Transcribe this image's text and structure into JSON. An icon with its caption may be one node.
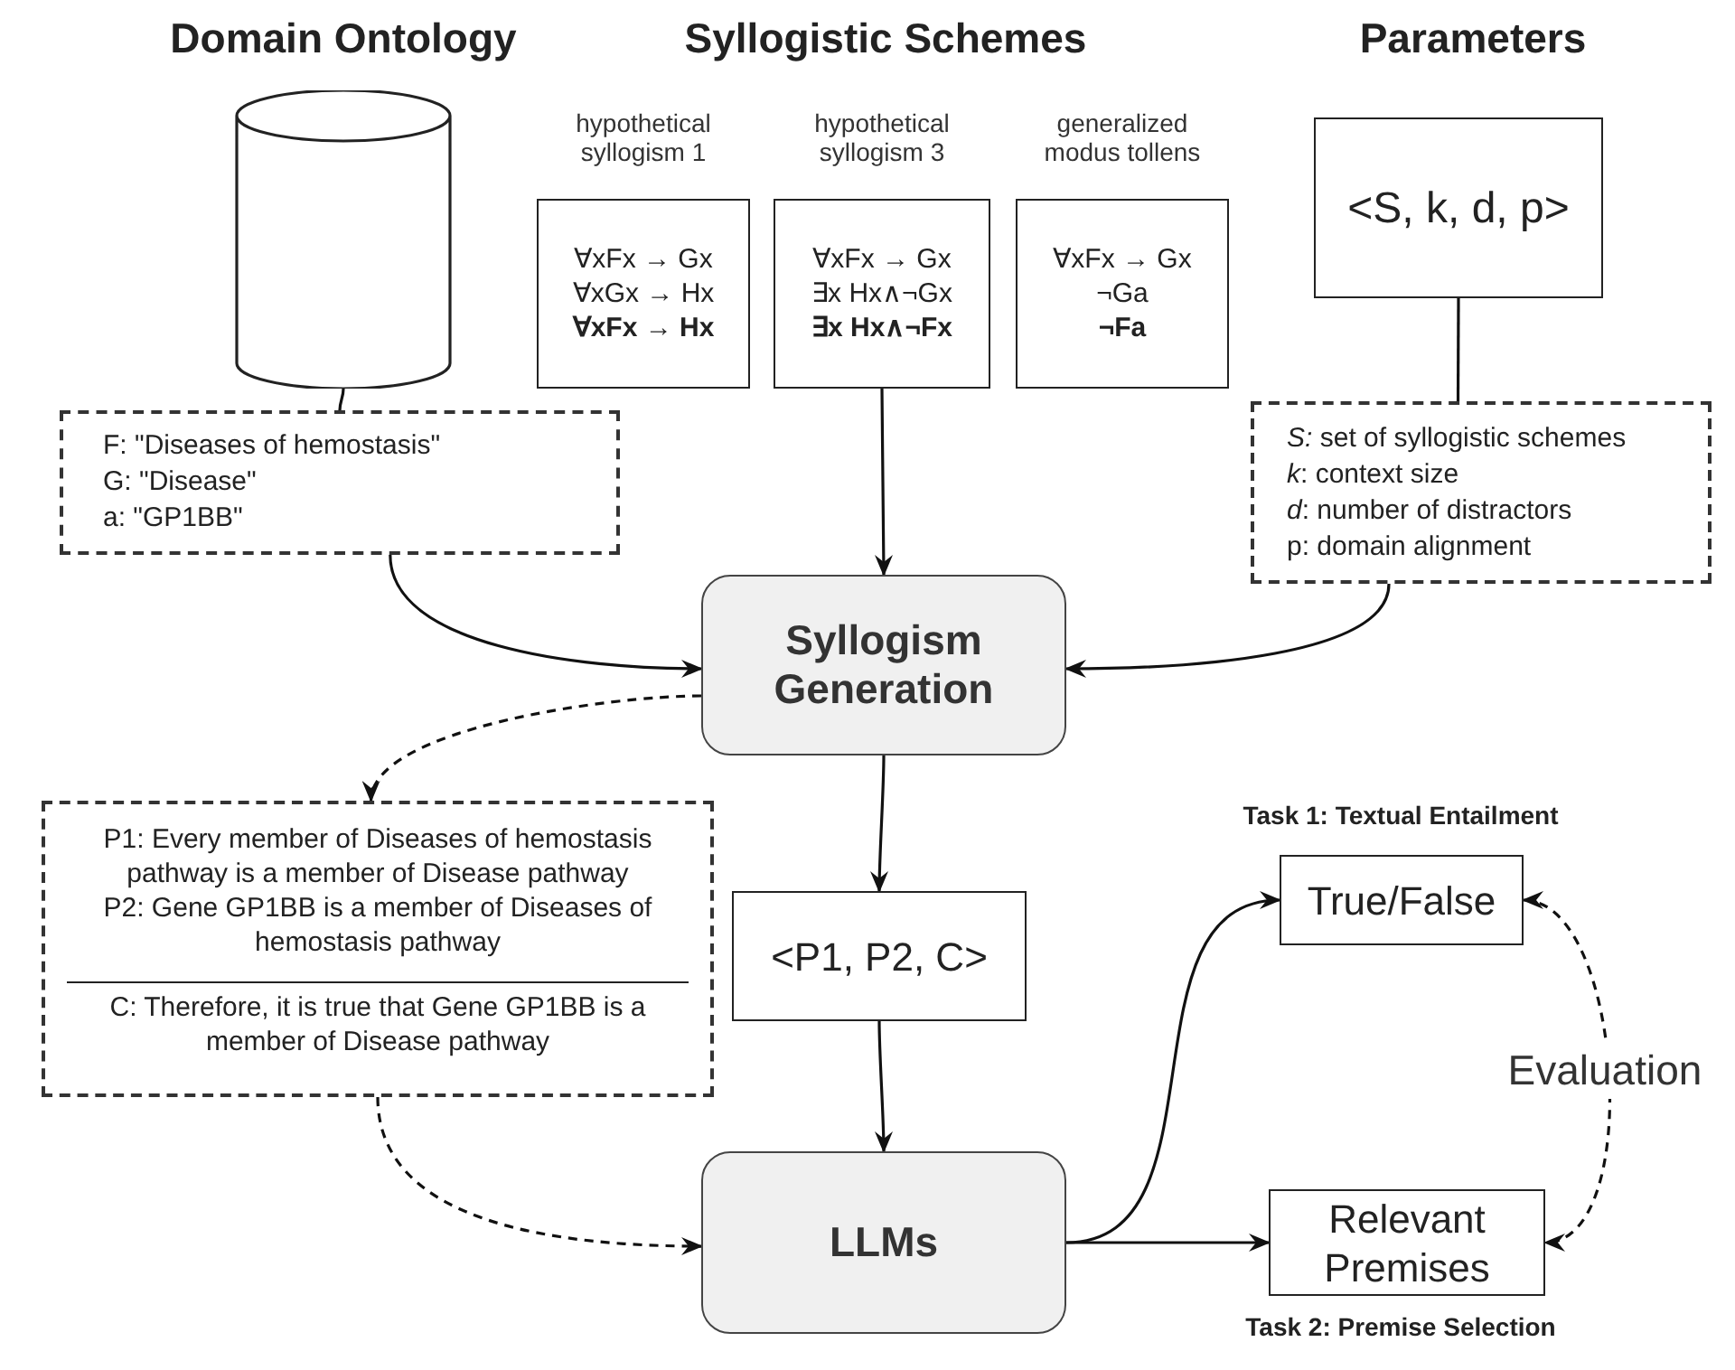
{
  "diagram": {
    "nodes": [
      {
        "text": [],
        "shape": "cylinder"
      },
      {
        "text": [
          "F: \"Diseases of hemostasis\"",
          "G: \"Disease\"",
          "a: \"GP1BB\""
        ]
      },
      {
        "text": [
          "∀xFx → Gx",
          "∀xGx → Hx",
          "∀xFx → Hx"
        ],
        "beside": [
          "hypothetical syllogism 1"
        ]
      },
      {
        "text": [
          "∀xFx → Gx",
          "∃x Hx∧¬Gx",
          "∃x Hx∧¬Fx"
        ],
        "beside": [
          "hypothetical syllogism 3"
        ]
      },
      {
        "text": [
          "∀xFx → Gx",
          "¬Ga",
          "¬Fa"
        ],
        "beside": [
          "generalized modus tollens"
        ]
      },
      {
        "text": [
          "<S, k, d, p>"
        ]
      },
      {
        "text": [
          "*S:* set of syllogistic schemes",
          "*k*: context size",
          "*d*: number of distractors",
          "p: domain alignment"
        ]
      },
      {
        "text": [
          "Syllogism Generation"
        ]
      },
      {
        "text": [
          "P1: Every member of Diseases of hemostasis pathway is a member of Disease pathway",
          "P2: Gene GP1BB is a member of Diseases of hemostasis pathway",
          "C: Therefore, it is true that Gene GP1BB is a member of Disease pathway"
        ]
      },
      {
        "text": [
          "<P1, P2, C>"
        ]
      },
      {
        "text": [
          "LLMs"
        ]
      },
      {
        "text": [
          "True/False"
        ],
        "beside": [
          "Task 1: Textual Entailment"
        ]
      },
      {
        "text": [
          "Relevant Premises"
        ],
        "beside": [
          "Task 2: Premise Selection"
        ]
      }
    ],
    "edges": [
      {
        "from": 0,
        "to": 1,
        "arrow": "none"
      },
      {
        "from": 1,
        "to": 7,
        "arrow": "to"
      },
      {
        "from": 3,
        "to": 7,
        "arrow": "to"
      },
      {
        "from": 5,
        "to": 6,
        "arrow": "none"
      },
      {
        "from": 6,
        "to": 7,
        "arrow": "to"
      },
      {
        "from": 7,
        "to": 8,
        "arrow": "to",
        "style": "dashed"
      },
      {
        "from": 7,
        "to": 9,
        "arrow": "to"
      },
      {
        "from": 9,
        "to": 10,
        "arrow": "to"
      },
      {
        "from": 8,
        "to": 10,
        "arrow": "to",
        "style": "dashed"
      },
      {
        "from": 10,
        "to": 11,
        "arrow": "to"
      },
      {
        "from": 10,
        "to": 12,
        "arrow": "to"
      },
      {
        "from": 11,
        "to": 12,
        "arrow": "both",
        "style": "dashed",
        "label": "Evaluation"
      }
    ],
    "labels": [
      "Domain Ontology",
      "Syllogistic Schemes",
      "Parameters"
    ]
  }
}
